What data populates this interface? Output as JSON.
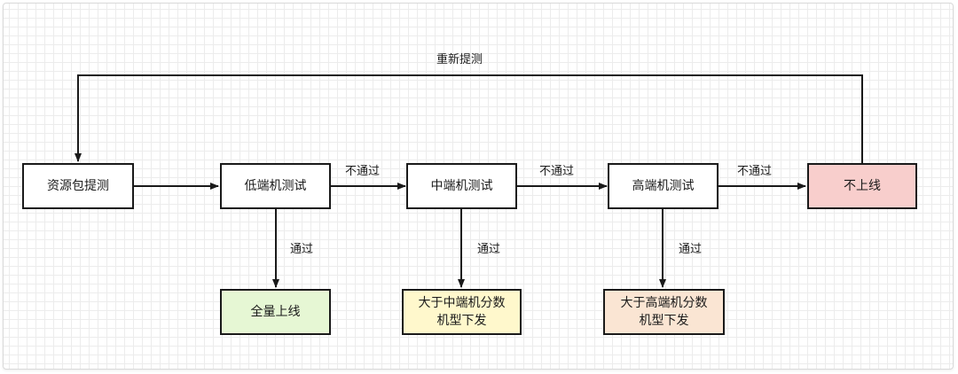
{
  "nodes": {
    "resource": {
      "text": "资源包提测"
    },
    "low": {
      "text": "低端机测试"
    },
    "mid": {
      "text": "中端机测试"
    },
    "high": {
      "text": "高端机测试"
    },
    "offline": {
      "text": "不上线",
      "fill": "#f8cecc"
    },
    "full": {
      "text": "全量上线",
      "fill": "#e6f7d4"
    },
    "mid_result": {
      "text": "大于中端机分数\n机型下发",
      "fill": "#fff8cc"
    },
    "high_result": {
      "text": "大于高端机分数\n机型下发",
      "fill": "#fae5d3"
    }
  },
  "labels": {
    "retest": "重新提测",
    "fail_1": "不通过",
    "fail_2": "不通过",
    "fail_3": "不通过",
    "pass_1": "通过",
    "pass_2": "通过",
    "pass_3": "通过"
  },
  "colors": {
    "line": "#1a1a1a",
    "grid": "#ececec"
  }
}
